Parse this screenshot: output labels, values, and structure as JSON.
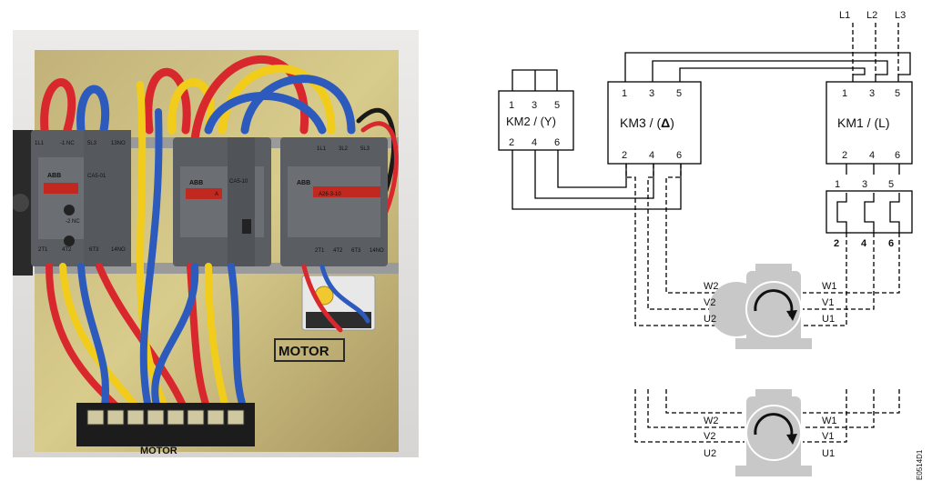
{
  "photo": {
    "contactor_labels": {
      "left_top": [
        "1L1",
        "-1 NC",
        "5L3",
        "13NO"
      ],
      "left_body": [
        "ABB",
        "CA5-01"
      ],
      "left_bottom": [
        "2T1",
        "4T2",
        "-2 NC",
        "6T3",
        "14NO"
      ],
      "middle_body": [
        "ABB",
        "A"
      ],
      "middle_aux": [
        "CA5-10"
      ],
      "right_body": [
        "ABB",
        "A26-3-10"
      ],
      "right_top": [
        "1L1",
        "3L2",
        "5L3"
      ],
      "right_bottom": [
        "2T1",
        "4T2",
        "6T3",
        "14NO"
      ]
    },
    "motor_label": "MOTOR",
    "terminal_label": "MOTOR",
    "wire_colors": {
      "red": "#d8282e",
      "yellow": "#f2cc1a",
      "blue": "#2d5bbd",
      "black": "#1a1a1a"
    }
  },
  "diagram": {
    "lines": {
      "l1": "L1",
      "l2": "L2",
      "l3": "L3"
    },
    "km2": {
      "label": "KM2 / (Y)",
      "top": [
        "1",
        "3",
        "5"
      ],
      "bottom": [
        "2",
        "4",
        "6"
      ]
    },
    "km3": {
      "label_prefix": "KM3 / (",
      "label_symbol": "Δ",
      "label_suffix": ")",
      "top": [
        "1",
        "3",
        "5"
      ],
      "bottom": [
        "2",
        "4",
        "6"
      ]
    },
    "km1": {
      "label": "KM1 / (L)",
      "top": [
        "1",
        "3",
        "5"
      ],
      "bottom": [
        "2",
        "4",
        "6"
      ]
    },
    "overload": {
      "top": [
        "1",
        "3",
        "5"
      ],
      "bottom": [
        "2",
        "4",
        "6"
      ]
    },
    "motor1": {
      "left": [
        "W2",
        "V2",
        "U2"
      ],
      "right": [
        "W1",
        "V1",
        "U1"
      ]
    },
    "motor2": {
      "left": [
        "W2",
        "V2",
        "U2"
      ],
      "right": [
        "W1",
        "V1",
        "U1"
      ]
    },
    "figure_code": "E0514D1"
  }
}
